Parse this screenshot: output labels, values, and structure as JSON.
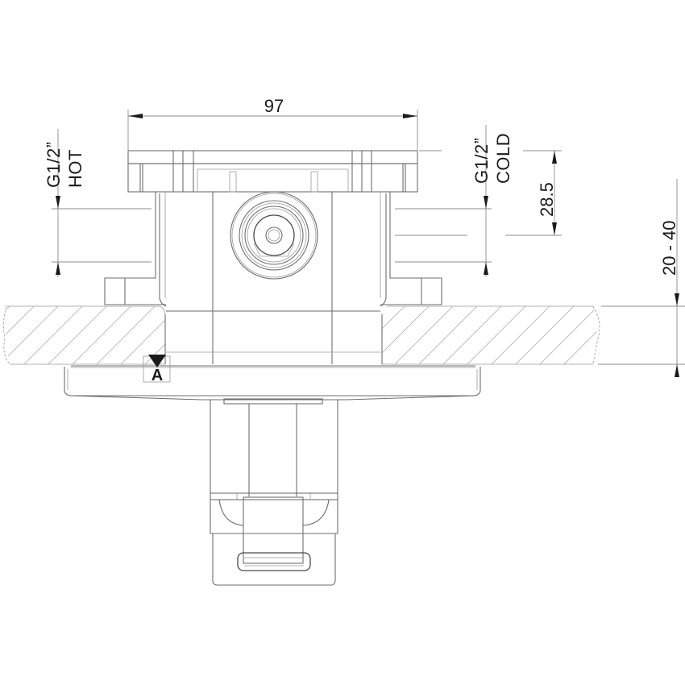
{
  "drawing": {
    "subject": "concealed mixer valve body with wall-mounted trim and lever handle",
    "dimensions": {
      "overall_width": {
        "value": "97",
        "unit": "mm"
      },
      "inlet_spacing": {
        "value": "28.5",
        "unit": "mm"
      },
      "wall_thickness_range": {
        "value": "20 - 40",
        "unit": "mm"
      }
    },
    "labels": {
      "hot_inlet_size": "G1/2ˮ",
      "hot_inlet_name": "HOT",
      "cold_inlet_size": "G1/2ˮ",
      "cold_inlet_name": "COLD"
    },
    "datum": {
      "symbol": "A"
    },
    "colors": {
      "line": "#6e6e6e",
      "hatch": "#b5b5b5",
      "text": "#1a1a1a",
      "background": "#ffffff"
    }
  }
}
